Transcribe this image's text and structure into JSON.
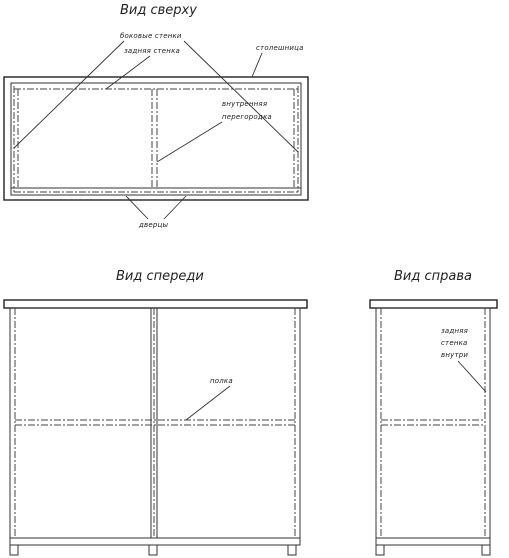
{
  "titles": {
    "top": "Вид сверху",
    "front": "Вид спереди",
    "right": "Вид справа"
  },
  "labels": {
    "side_walls": "боковые стенки",
    "back_wall": "задняя стенка",
    "countertop": "столешница",
    "inner_partition_1": "внутренняя",
    "inner_partition_2": "перегородка",
    "doors": "дверцы",
    "shelf": "полка",
    "back_wall_inside_1": "задняя",
    "back_wall_inside_2": "стенка",
    "back_wall_inside_3": "внутри"
  }
}
